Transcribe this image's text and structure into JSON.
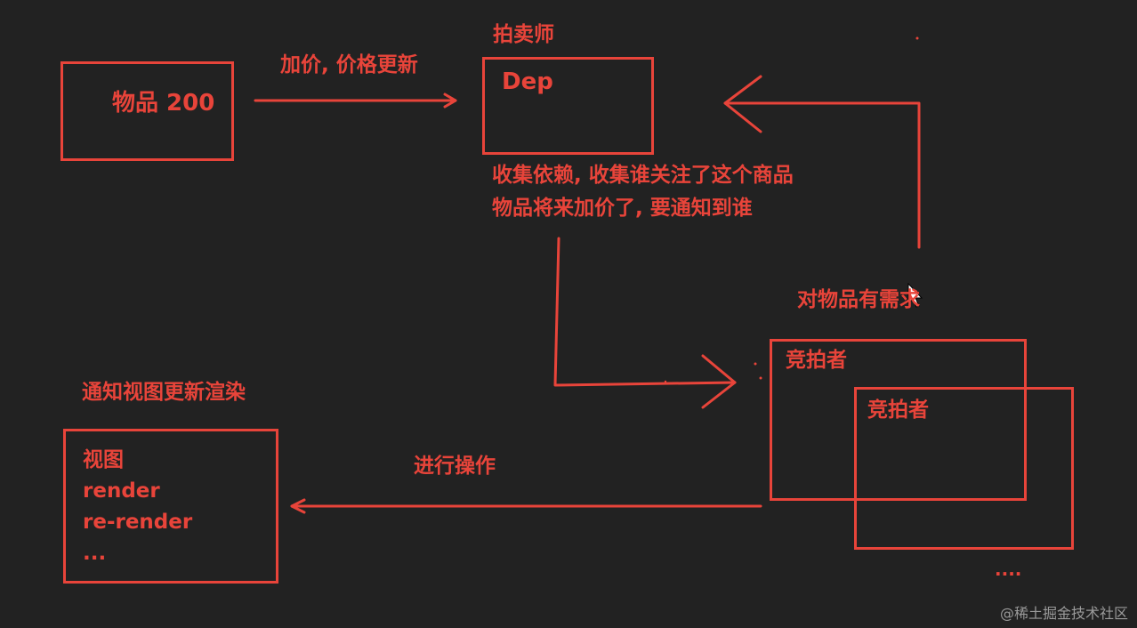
{
  "diagram": {
    "item_box": {
      "label": "物品 200"
    },
    "price_arrow_label": "加价, 价格更新",
    "auctioneer": {
      "title": "拍卖师",
      "box_label": "Dep"
    },
    "collect_note": {
      "line1": "收集依赖, 收集谁关注了这个商品",
      "line2": "物品将来加价了, 要通知到谁"
    },
    "bidders": {
      "title": "对物品有需求",
      "front_label": "竞拍者",
      "back_label": "竞拍者",
      "ellipsis": "...."
    },
    "view": {
      "title": "通知视图更新渲染",
      "lines": [
        "视图",
        "render",
        "re-render",
        "..."
      ]
    },
    "operate_arrow_label": "进行操作"
  },
  "watermark": "@稀土掘金技术社区",
  "colors": {
    "background": "#222222",
    "accent": "#e8443a",
    "watermark": "#9a9a9a"
  }
}
